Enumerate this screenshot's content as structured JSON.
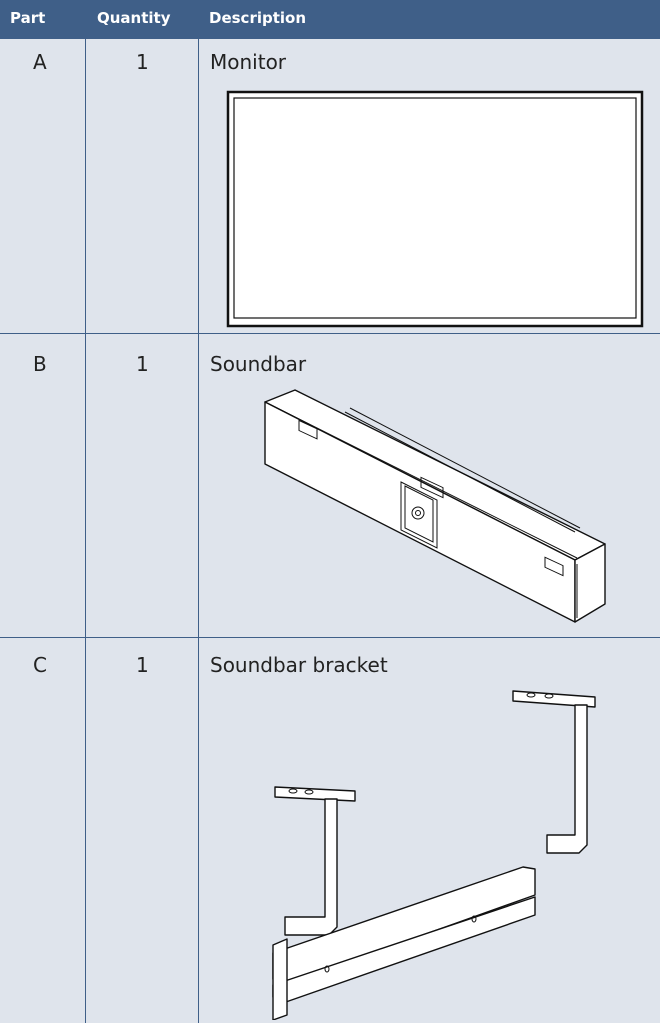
{
  "columns": [
    "Part",
    "Quantity",
    "Description"
  ],
  "rows": [
    {
      "part": "A",
      "quantity": "1",
      "description": "Monitor",
      "illustration": "monitor-illustration"
    },
    {
      "part": "B",
      "quantity": "1",
      "description": "Soundbar",
      "illustration": "soundbar-illustration"
    },
    {
      "part": "C",
      "quantity": "1",
      "description": "Soundbar bracket",
      "illustration": "soundbar-bracket-illustration"
    }
  ],
  "colors": {
    "header_bg": "#3f5f88",
    "row_bg": "#dfe4ec",
    "border": "#3f5f88"
  }
}
